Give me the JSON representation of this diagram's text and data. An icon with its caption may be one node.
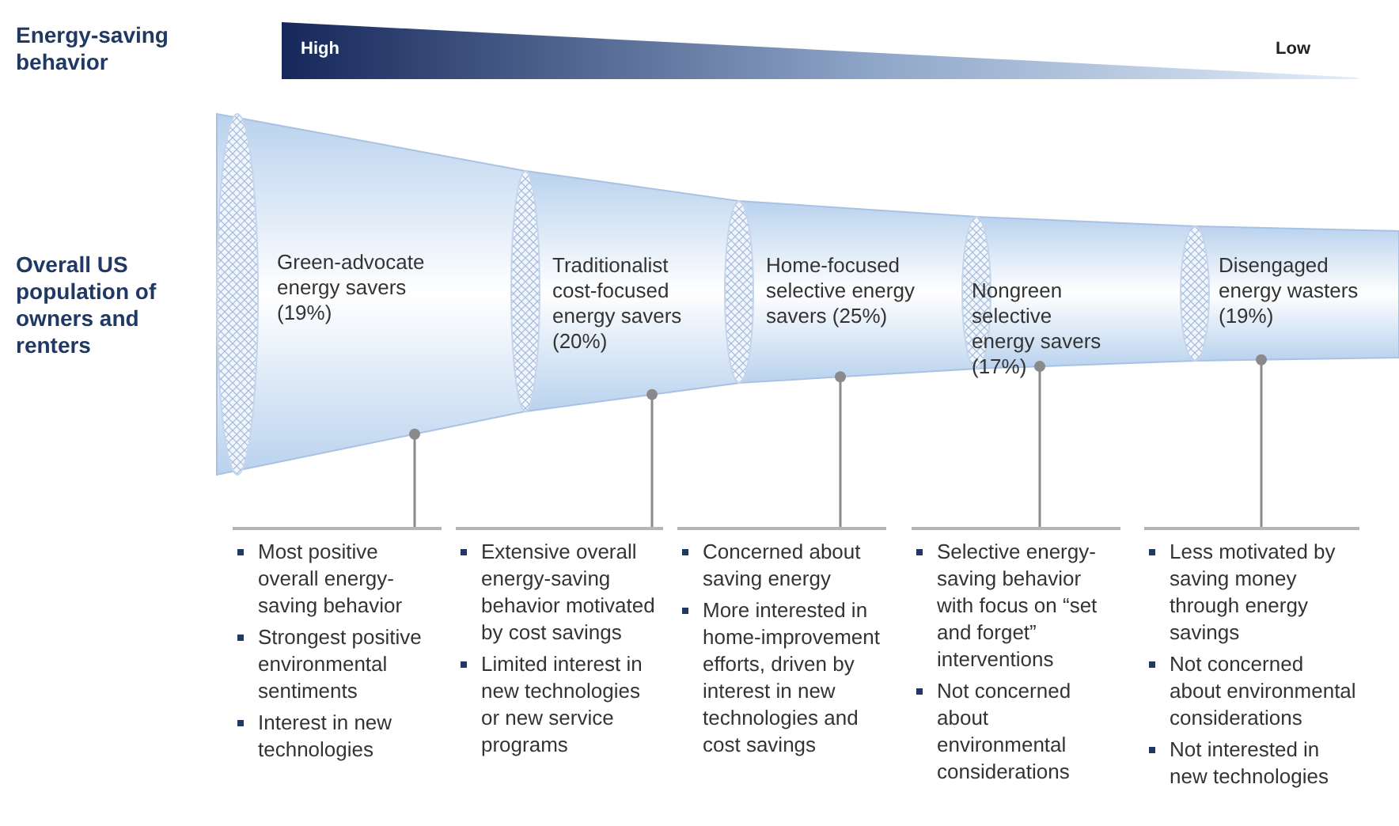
{
  "diagram": {
    "nodes": [
      {
        "text": [
          "Green-advocate energy savers (19%)"
        ]
      },
      {
        "text": [
          "Traditionalist cost-focused energy savers (20%)"
        ]
      },
      {
        "text": [
          "Home-focused selective energy savers (25%)"
        ]
      },
      {
        "text": [
          "Nongreen selective energy savers (17%)"
        ]
      },
      {
        "text": [
          "Disengaged energy wasters (19%)"
        ]
      },
      {
        "text": [
          "Most positive overall energy-saving behavior",
          "Strongest positive environmental sentiments",
          "Interest in new technologies"
        ]
      },
      {
        "text": [
          "Extensive overall energy-saving behavior motivated by cost savings",
          "Limited interest in new technologies or new service programs"
        ]
      },
      {
        "text": [
          "Concerned about saving energy",
          "More interested in home-improvement efforts, driven by interest in new technologies and cost savings"
        ]
      },
      {
        "text": [
          "Selective energy-saving behavior with focus on “set and forget” interventions",
          "Not concerned about environmental considerations"
        ]
      },
      {
        "text": [
          "Less motivated by saving money through energy savings",
          "Not concerned about environmental considerations",
          "Not interested in new technologies"
        ]
      }
    ],
    "edges": [
      {
        "from": 0,
        "to": 5,
        "arrow": "other"
      },
      {
        "from": 1,
        "to": 6,
        "arrow": "other"
      },
      {
        "from": 2,
        "to": 7,
        "arrow": "other"
      },
      {
        "from": 3,
        "to": 8,
        "arrow": "other"
      },
      {
        "from": 4,
        "to": 9,
        "arrow": "other"
      }
    ],
    "labels": [
      "Energy-saving behavior",
      "High",
      "Low",
      "Overall US population of owners and renters"
    ]
  }
}
